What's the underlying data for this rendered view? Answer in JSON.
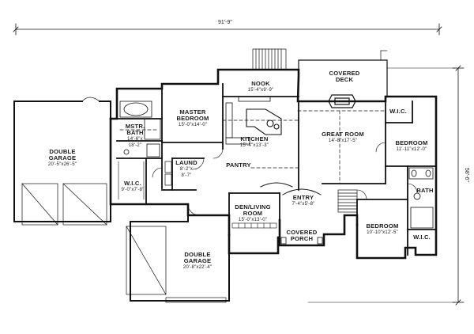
{
  "dimensions": {
    "overall_width": "91'-9\"",
    "overall_depth": "58'-6\""
  },
  "rooms": {
    "nook": {
      "name": "NOOK",
      "size": "15'-4\"x9'-9\""
    },
    "covered_deck": {
      "name_line1": "COVERED",
      "name_line2": "DECK"
    },
    "master_bedroom": {
      "name_line1": "MASTER",
      "name_line2": "BEDROOM",
      "size": "15'-0\"x14'-0\""
    },
    "mstr_bath": {
      "name_line1": "MSTR.",
      "name_line2": "BATH",
      "size_line1": "14'-6\"x",
      "size_line2": "18'-2\""
    },
    "wic_master": {
      "name": "W.I.C.",
      "size": "9'-0\"x7'-8\""
    },
    "laund": {
      "name": "LAUND",
      "size_line1": "8'-2\"x",
      "size_line2": "8'-7\""
    },
    "kitchen": {
      "name": "KITCHEN",
      "size": "15'-4\"x13'-3\""
    },
    "pantry": {
      "name": "PANTRY"
    },
    "great_room": {
      "name": "GREAT ROOM",
      "size": "14'-8\"x17'-5\""
    },
    "wic_right": {
      "name": "W.I.C."
    },
    "bedroom_right": {
      "name": "BEDROOM",
      "size": "11'-11\"x12'-0\""
    },
    "bath": {
      "name": "BATH"
    },
    "double_garage_left": {
      "name_line1": "DOUBLE",
      "name_line2": "GARAGE",
      "size": "20'-5\"x26'-5\""
    },
    "entry": {
      "name": "ENTRY",
      "size": "7'-4\"x5'-8\""
    },
    "den_living": {
      "name_line1": "DEN/LIVING",
      "name_line2": "ROOM",
      "size": "15'-0\"x13'-0\""
    },
    "covered_porch": {
      "name_line1": "COVERED",
      "name_line2": "PORCH"
    },
    "bedroom_bottom": {
      "name": "BEDROOM",
      "size": "10'-10\"x12'-5\""
    },
    "wic_bottom": {
      "name": "W.I.C."
    },
    "double_garage_bottom": {
      "name_line1": "DOUBLE",
      "name_line2": "GARAGE",
      "size": "20'-8\"x22'-4\""
    }
  }
}
